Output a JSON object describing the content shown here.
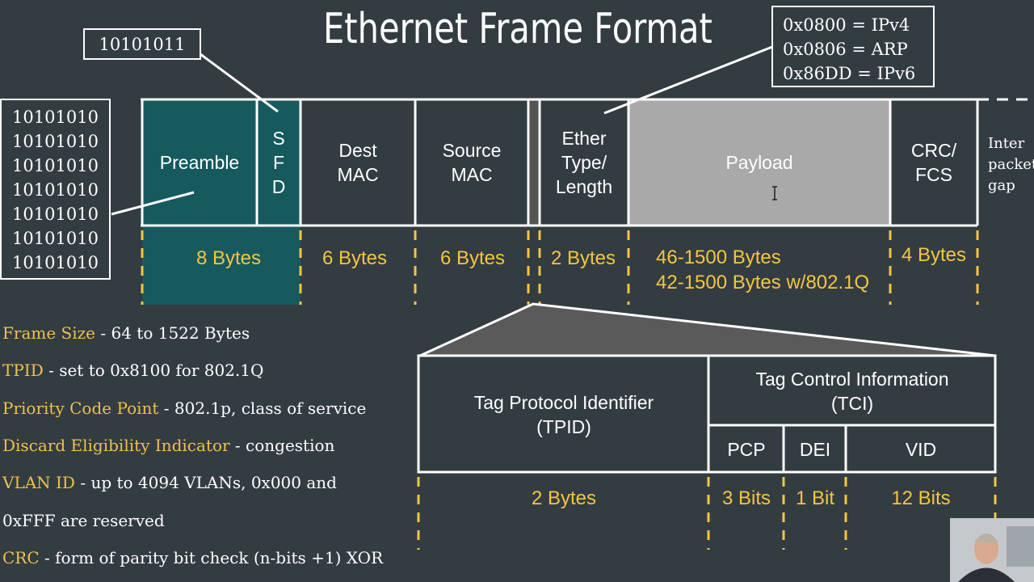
{
  "title": "Ethernet Frame Format",
  "sfd_bits": "10101011",
  "preamble_bits": [
    "10101010",
    "10101010",
    "10101010",
    "10101010",
    "10101010",
    "10101010",
    "10101010"
  ],
  "ethertypes": [
    "0x0800 = IPv4",
    "0x0806 = ARP",
    "0x86DD = IPv6"
  ],
  "frame": {
    "preamble": "Preamble",
    "sfd": [
      "S",
      "F",
      "D"
    ],
    "dest": [
      "Dest",
      "MAC"
    ],
    "source": [
      "Source",
      "MAC"
    ],
    "ethertype": [
      "Ether",
      "Type/",
      "Length"
    ],
    "payload": "Payload",
    "crc": [
      "CRC/",
      "FCS"
    ],
    "gap": [
      "Inter",
      "packet",
      "gap"
    ]
  },
  "sizes": {
    "preamble": "8 Bytes",
    "dest": "6 Bytes",
    "source": "6 Bytes",
    "ethertype": "2 Bytes",
    "payload": [
      "46-1500 Bytes",
      "42-1500 Bytes w/802.1Q"
    ],
    "crc": "4 Bytes"
  },
  "tag": {
    "tpid": [
      "Tag Protocol Identifier",
      "(TPID)"
    ],
    "tci": [
      "Tag Control Information",
      "(TCI)"
    ],
    "pcp": "PCP",
    "dei": "DEI",
    "vid": "VID",
    "tpid_size": "2 Bytes",
    "pcp_size": "3 Bits",
    "dei_size": "1 Bit",
    "vid_size": "12 Bits"
  },
  "legend": [
    {
      "key": "Frame Size",
      "text": " - 64 to 1522 Bytes"
    },
    {
      "key": "TPID",
      "text": " - set to 0x8100 for 802.1Q"
    },
    {
      "key": "Priority Code Point",
      "text": " - 802.1p, class of service"
    },
    {
      "key": "Discard Eligibility Indicator",
      "text": " - congestion"
    },
    {
      "key": "VLAN ID",
      "text": " - up to 4094 VLANs, 0x000 and"
    },
    {
      "key": "",
      "text": "0xFFF are reserved"
    },
    {
      "key": "CRC",
      "text": " - form of parity bit check  (n-bits +1) XOR"
    }
  ],
  "colors": {
    "background": "#333c41",
    "teal": "#165a5e",
    "payload": "#a9a9a9",
    "accent": "#f5c542"
  }
}
